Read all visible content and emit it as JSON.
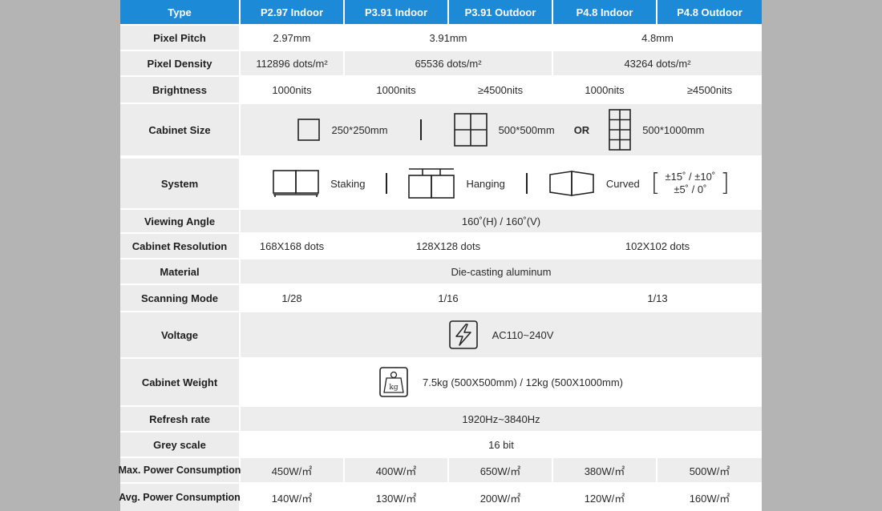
{
  "header": {
    "type": "Type",
    "columns": [
      "P2.97 Indoor",
      "P3.91 Indoor",
      "P3.91 Outdoor",
      "P4.8 Indoor",
      "P4.8 Outdoor"
    ]
  },
  "rows": {
    "pixel_pitch": {
      "label": "Pixel Pitch",
      "values": [
        "2.97mm",
        "3.91mm",
        "4.8mm"
      ]
    },
    "pixel_density": {
      "label": "Pixel Density",
      "values": [
        "112896 dots/m²",
        "65536 dots/m²",
        "43264 dots/m²"
      ]
    },
    "brightness": {
      "label": "Brightness",
      "values": [
        "1000nits",
        "1000nits",
        "≥4500nits",
        "1000nits",
        "≥4500nits"
      ]
    },
    "cabinet_size": {
      "label": "Cabinet Size",
      "opt1": "250*250mm",
      "opt2": "500*500mm",
      "or": "OR",
      "opt3": "500*1000mm"
    },
    "system": {
      "label": "System",
      "staking": "Staking",
      "hanging": "Hanging",
      "curved": "Curved",
      "curved_line1": "±15˚ / ±10˚",
      "curved_line2": "±5˚  /  0˚"
    },
    "viewing_angle": {
      "label": "Viewing Angle",
      "value": "160˚(H)  /  160˚(V)"
    },
    "cabinet_resolution": {
      "label": "Cabinet Resolution",
      "values": [
        "168X168 dots",
        "128X128 dots",
        "102X102 dots"
      ]
    },
    "material": {
      "label": "Material",
      "value": "Die-casting aluminum"
    },
    "scanning_mode": {
      "label": "Scanning Mode",
      "values": [
        "1/28",
        "1/16",
        "1/13"
      ]
    },
    "voltage": {
      "label": "Voltage",
      "value": "AC110~240V",
      "icon": "lightning-icon"
    },
    "cabinet_weight": {
      "label": "Cabinet Weight",
      "value": "7.5kg (500X500mm) / 12kg (500X1000mm)",
      "icon": "kg-weight-icon",
      "icon_text": "kg"
    },
    "refresh_rate": {
      "label": "Refresh rate",
      "value": "1920Hz~3840Hz"
    },
    "grey_scale": {
      "label": "Grey scale",
      "value": "16 bit"
    },
    "max_power": {
      "label": "Max. Power Consumption",
      "values": [
        "450W/㎡",
        "400W/㎡",
        "650W/㎡",
        "380W/㎡",
        "500W/㎡"
      ]
    },
    "avg_power": {
      "label": "Avg. Power Consumption",
      "values": [
        "140W/㎡",
        "130W/㎡",
        "200W/㎡",
        "120W/㎡",
        "160W/㎡"
      ]
    }
  },
  "colors": {
    "header": "#1c8ad6",
    "label_bg": "#ececec",
    "alt_bg": "#ededed",
    "page_bg": "#b4b4b4"
  }
}
